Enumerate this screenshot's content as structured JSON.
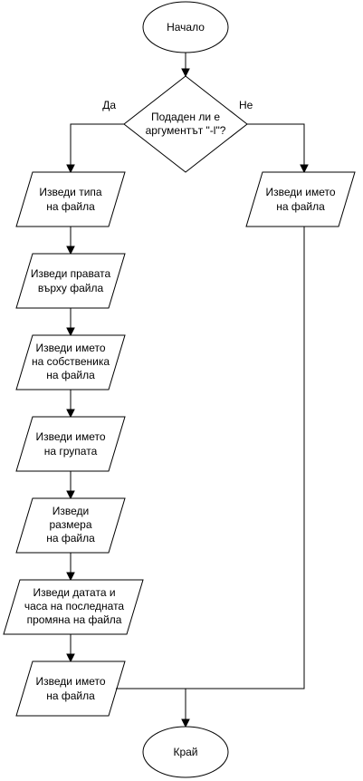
{
  "flowchart": {
    "start": "Начало",
    "end": "Край",
    "decision": {
      "line1": "Подаден ли е",
      "line2": "аргументът \"-l\"?",
      "yes_label": "Да",
      "no_label": "Не"
    },
    "left_steps": [
      {
        "lines": [
          "Изведи типа",
          "на файла"
        ]
      },
      {
        "lines": [
          "Изведи правата",
          "върху файла"
        ]
      },
      {
        "lines": [
          "Изведи името",
          "на собственика",
          "на файла"
        ]
      },
      {
        "lines": [
          "Изведи името",
          "на групата"
        ]
      },
      {
        "lines": [
          "Изведи",
          "размера",
          "на файла"
        ]
      },
      {
        "lines": [
          "Изведи датата и",
          "часа на последната",
          "промяна на файла"
        ]
      },
      {
        "lines": [
          "Изведи името",
          "на файла"
        ]
      }
    ],
    "right_step": {
      "lines": [
        "Изведи името",
        "на файла"
      ]
    }
  }
}
